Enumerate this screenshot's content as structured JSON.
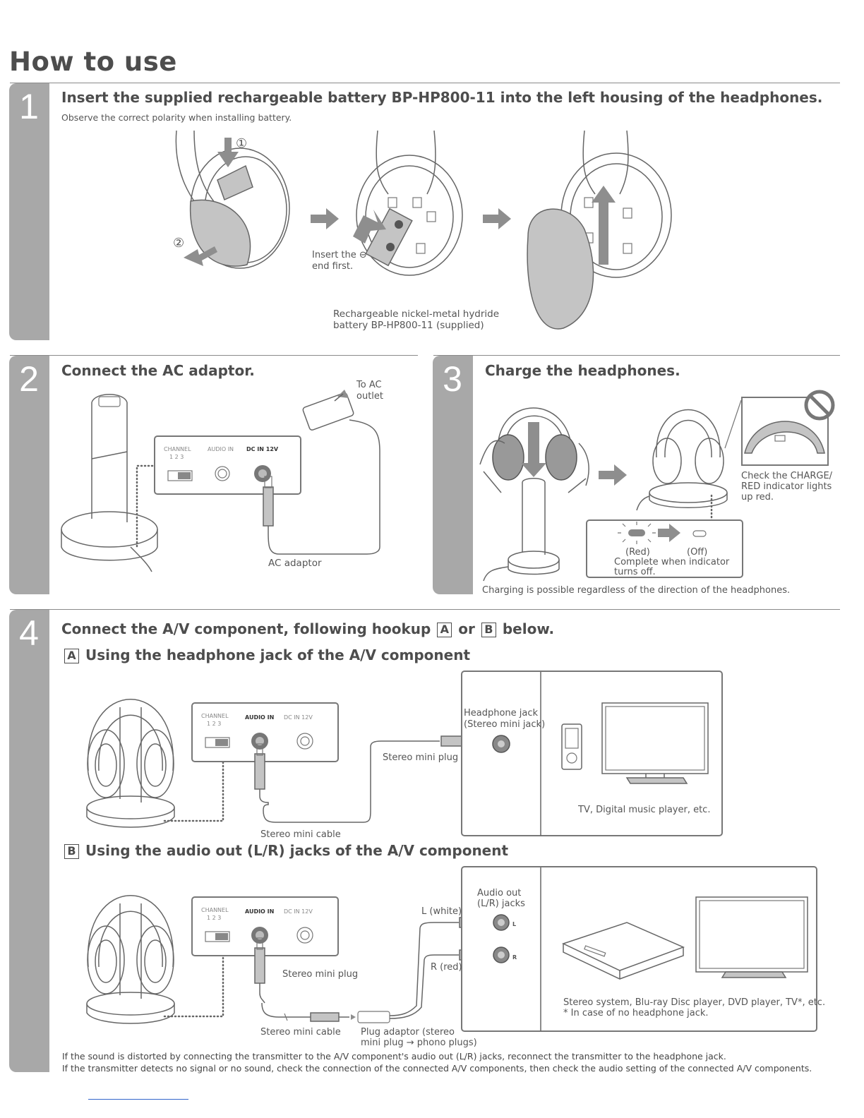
{
  "page": {
    "title": "How to use"
  },
  "step1": {
    "number": "1",
    "heading": "Insert the supplied rechargeable battery BP-HP800-11 into the left housing of the headphones.",
    "note": "Observe the correct polarity when installing battery.",
    "mark1": "①",
    "mark2": "②",
    "insert_note_line1": "Insert the ⊖",
    "insert_note_line2": "end first.",
    "battery_caption_line1": "Rechargeable nickel-metal hydride",
    "battery_caption_line2": "battery BP-HP800-11 (supplied)"
  },
  "step2": {
    "number": "2",
    "heading": "Connect the AC adaptor.",
    "outlet_line1": "To AC",
    "outlet_line2": "outlet",
    "adaptor_caption": "AC adaptor"
  },
  "panel": {
    "channel": "CHANNEL",
    "channel_nums": "1 2 3",
    "audio_in": "AUDIO IN",
    "dc_in": "DC IN 12V"
  },
  "step3": {
    "number": "3",
    "heading": "Charge the headphones.",
    "check_line1": "Check the CHARGE/",
    "check_line2": "RED indicator lights",
    "check_line3": "up red.",
    "red_label": "(Red)",
    "off_label": "(Off)",
    "complete_line1": "Complete when indicator",
    "complete_line2": "turns off.",
    "charging_note": "Charging is possible regardless of the direction of the headphones."
  },
  "step4": {
    "number": "4",
    "heading_pre": "Connect the A/V component, following hookup",
    "heading_or": "or",
    "heading_post": "below.",
    "key_a": "A",
    "key_b": "B",
    "a_heading": "Using the headphone jack of the A/V component",
    "a_jack_line1": "Headphone jack",
    "a_jack_line2": "(Stereo mini jack)",
    "a_plug": "Stereo mini plug",
    "a_cable": "Stereo mini cable",
    "a_devices": "TV, Digital music player, etc.",
    "b_heading": "Using the audio out (L/R) jacks of the A/V component",
    "b_jacks_line1": "Audio out",
    "b_jacks_line2": "(L/R) jacks",
    "b_white": "L (white)",
    "b_red": "R (red)",
    "b_l": "L",
    "b_r": "R",
    "b_plug": "Stereo mini plug",
    "b_cable": "Stereo mini cable",
    "b_adaptor_line1": "Plug adaptor (stereo",
    "b_adaptor_line2": "mini plug → phono plugs)",
    "b_devices_line1": "Stereo system, Blu-ray Disc player, DVD player, TV*, etc.",
    "b_devices_line2": "* In case of no headphone jack."
  },
  "footnotes": {
    "line1": "If the sound is distorted by connecting the transmitter to the A/V component's audio out (L/R) jacks, reconnect the transmitter to the headphone jack.",
    "line2": "If the transmitter detects no signal or no sound, check the connection of the connected A/V components, then check the audio setting of the connected A/V components."
  }
}
